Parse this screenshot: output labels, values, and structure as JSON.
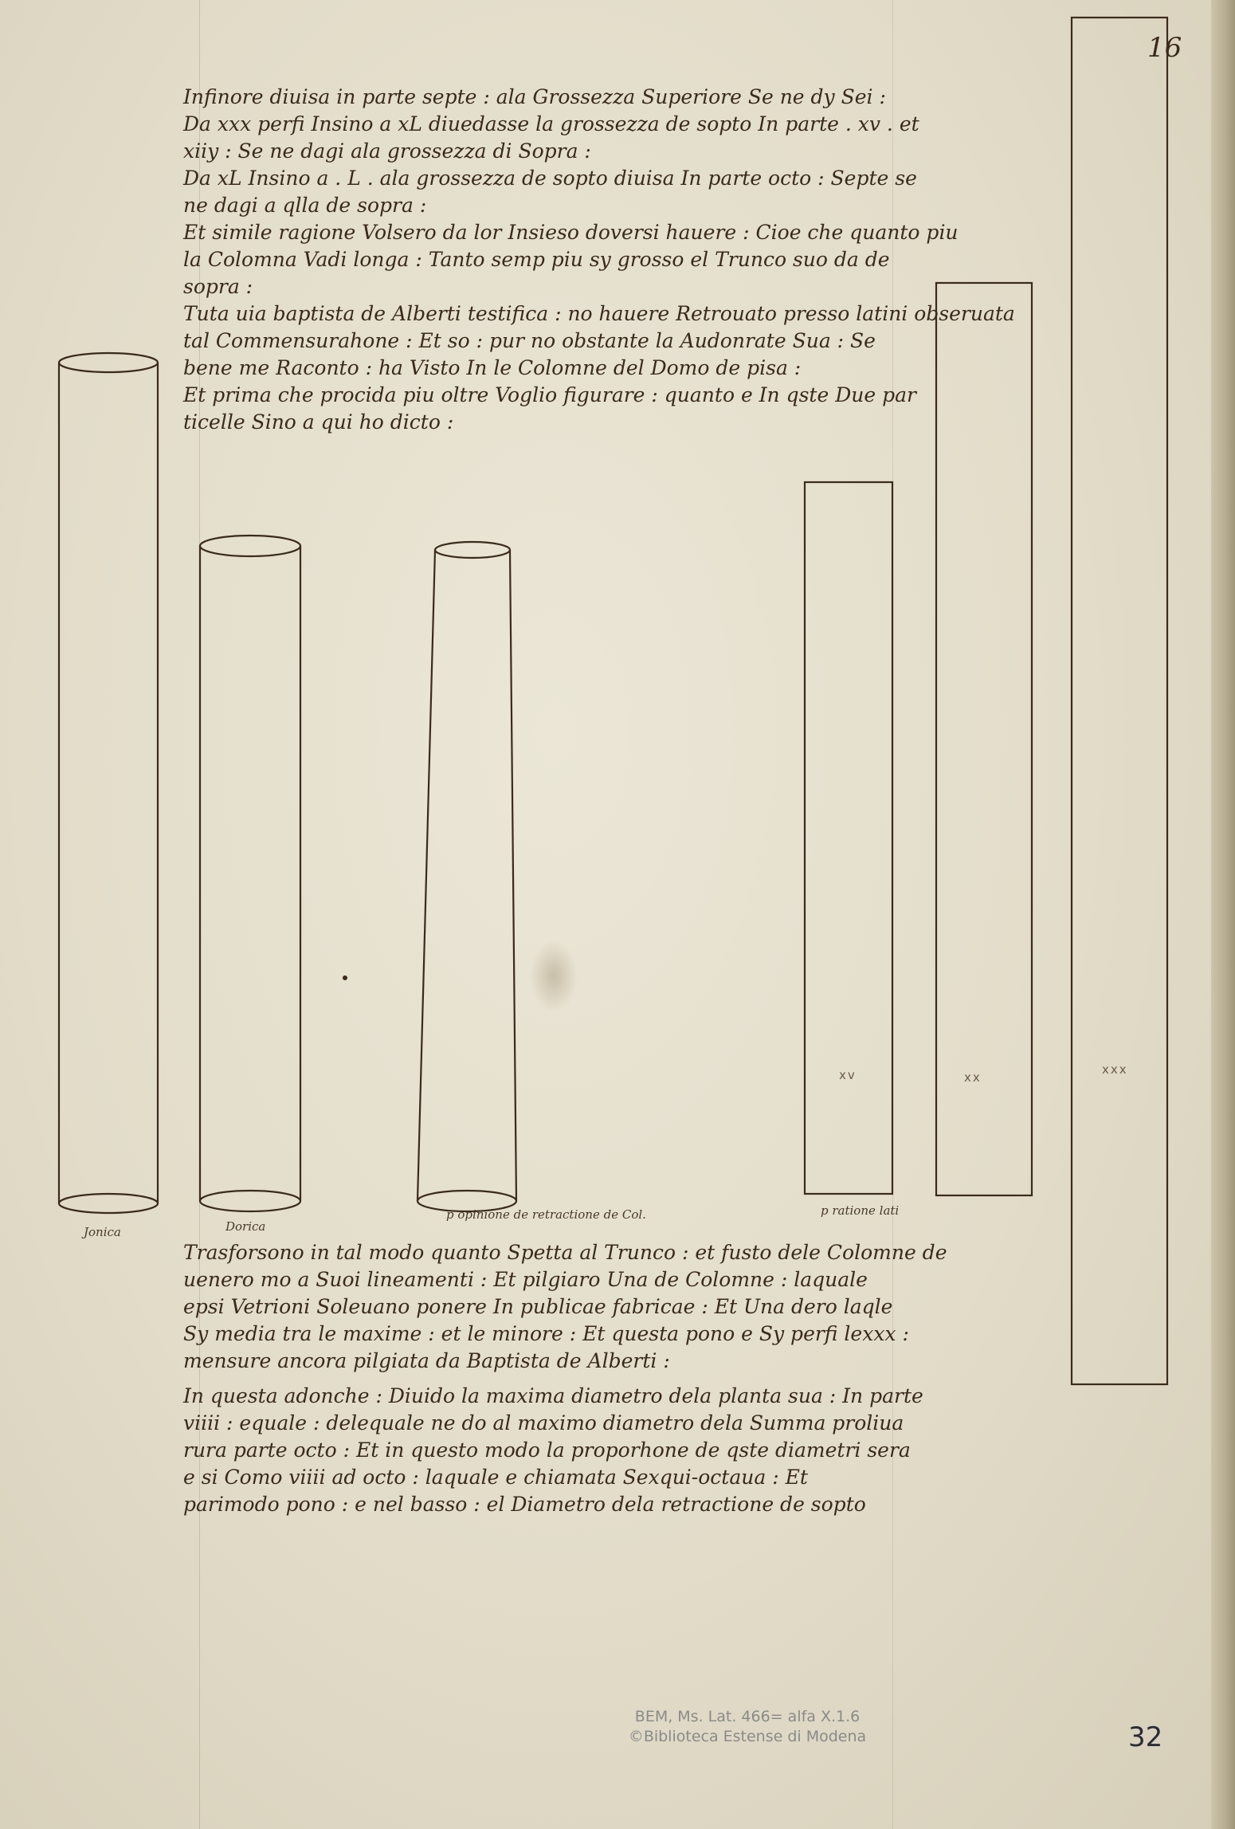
{
  "folio": "16",
  "page_number": "32",
  "credit": {
    "line1": "BEM, Ms. Lat. 466= alfa X.1.6",
    "line2": "©Biblioteca Estense di Modena"
  },
  "text_top": [
    "Infinore diuisa in parte septe : ala Grossezza Superiore Se ne dy Sei :",
    "Da xxx perfi Insino a xL diuedasse la grossezza de sopto In parte . xv . et",
    "xiiy : Se ne dagi ala grossezza di Sopra :",
    "Da xL Insino a . L . ala grossezza de sopto diuisa In parte octo : Septe se",
    "ne dagi a qlla de sopra :",
    "Et simile ragione Volsero da lor Insieso doversi hauere : Cioe che quanto piu",
    "la Colomna Vadi longa : Tanto semp piu sy grosso el Trunco suo da de",
    "sopra :",
    "Tuta uia baptista de Alberti testifica : no hauere Retrouato presso latini obseruata",
    "tal Commensurahone : Et so : pur no obstante la Audonrate Sua : Se",
    "bene me Raconto : ha Visto In le Colomne del Domo de pisa :",
    "Et prima che procida piu oltre Voglio figurare : quanto e In qste Due par",
    "ticelle Sino a qui ho dicto :"
  ],
  "text_bottom": [
    "Trasforsono in tal modo quanto Spetta al Trunco : et fusto dele Colomne de",
    "uenero mo a Suoi lineamenti : Et pilgiaro Una de Colomne : laquale",
    "epsi Vetrioni Soleuano ponere In publicae fabricae : Et Una dero laqle",
    "Sy media tra le maxime : et le minore : Et questa pono e Sy perfi lexxx :",
    "mensure ancora pilgiata da Baptista de Alberti :",
    "In questa adonche : Diuido la maxima diametro dela planta sua : In parte",
    "viiii : equale : delequale ne do al maximo diametro dela Summa proliua",
    "rura parte octo : Et in questo modo la proporhone de qste diametri sera",
    "e si Como viiii ad octo : laquale e chiamata Sexqui-octaua : Et",
    "parimodo pono : e nel basso : el Diametro dela retractione de sopto"
  ],
  "labels": {
    "ionica": "Jonica",
    "dorica": "Dorica",
    "col3": "p opinione de retractione de Col.",
    "col4": "p ratione lati"
  },
  "marks": {
    "col4": "xv",
    "col5": "xx",
    "col6": "xxx"
  }
}
